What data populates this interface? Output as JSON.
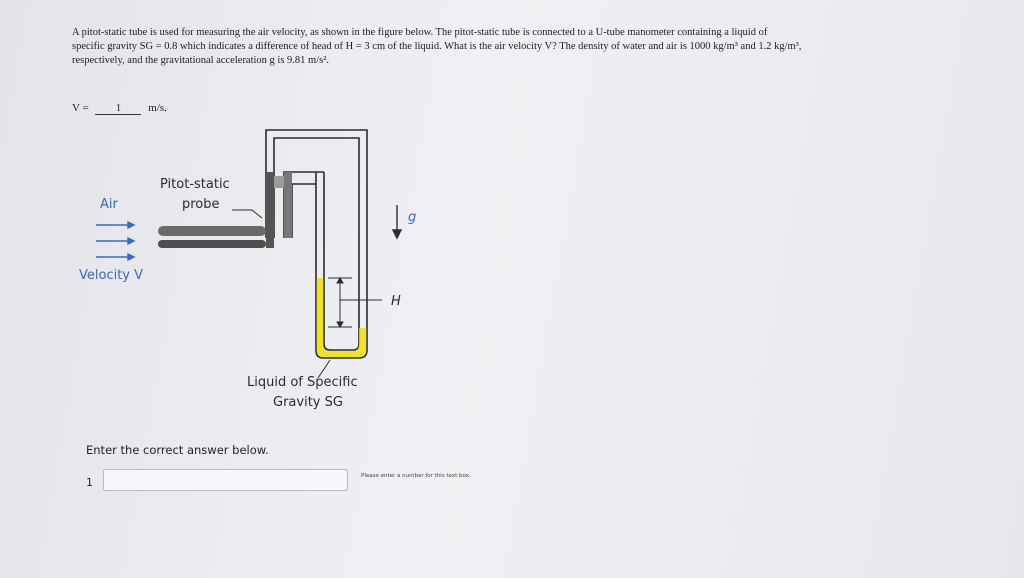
{
  "question": {
    "line1": "A pitot-static tube is used for measuring the air velocity, as shown in the figure below. The pitot-static tube is connected to a U-tube manometer containing a liquid of",
    "line2": "specific gravity SG = 0.8 which indicates a difference of head of H = 3 cm of the liquid. What is the air velocity V? The density of water and air is 1000 kg/m³ and 1.2 kg/m³,",
    "line3": "respectively, and the gravitational acceleration g is 9.81 m/s².",
    "answer_prefix": "V =",
    "answer_blank": "1",
    "answer_unit": "m/s."
  },
  "figure": {
    "probe_label_line1": "Pitot-static",
    "probe_label_line2": "probe",
    "air_label": "Air",
    "velocity_label": "Velocity V",
    "gravity_label": "g",
    "head_label": "H",
    "liquid_label_line1": "Liquid of Specific",
    "liquid_label_line2": "Gravity SG",
    "colors": {
      "liquid": "#f0e130",
      "arrows": "#3c68b8",
      "probe_gray": "#5a5a5a"
    }
  },
  "answer_area": {
    "prompt": "Enter the correct answer below.",
    "question_number": "1",
    "input_value": "",
    "hint": "Please enter a number for this text box."
  }
}
